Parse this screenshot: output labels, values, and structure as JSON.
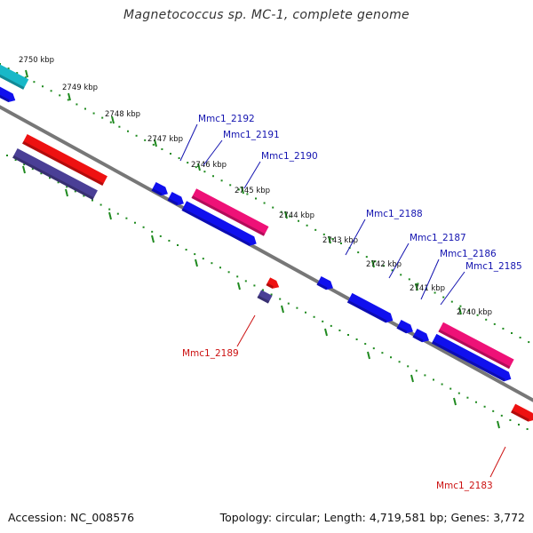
{
  "title": "Magnetococcus sp. MC-1, complete genome",
  "footer": {
    "accession": "Accession: NC_008576",
    "topology": "Topology: circular; Length: 4,719,581 bp; Genes: 3,772"
  },
  "colors": {
    "backbone": "#777777",
    "ticks": "#1f8a1f",
    "gene_blue": "#1010ee",
    "gene_pink": "#ee1177",
    "gene_red": "#ee1111",
    "gene_cyan": "#18b8c8",
    "gene_slate": "#4a3f96",
    "label_blue": "#1414b0",
    "label_red": "#cc1111"
  },
  "kbp_labels": [
    "2750 kbp",
    "2749 kbp",
    "2748 kbp",
    "2747 kbp",
    "2746 kbp",
    "2745 kbp",
    "2744 kbp",
    "2743 kbp",
    "2742 kbp",
    "2741 kbp",
    "2740 kbp"
  ],
  "gene_labels_top": [
    "Mmc1_2192",
    "Mmc1_2191",
    "Mmc1_2190",
    "Mmc1_2188",
    "Mmc1_2187",
    "Mmc1_2186",
    "Mmc1_2185"
  ],
  "gene_labels_bottom": [
    "Mmc1_2189",
    "Mmc1_2183"
  ]
}
